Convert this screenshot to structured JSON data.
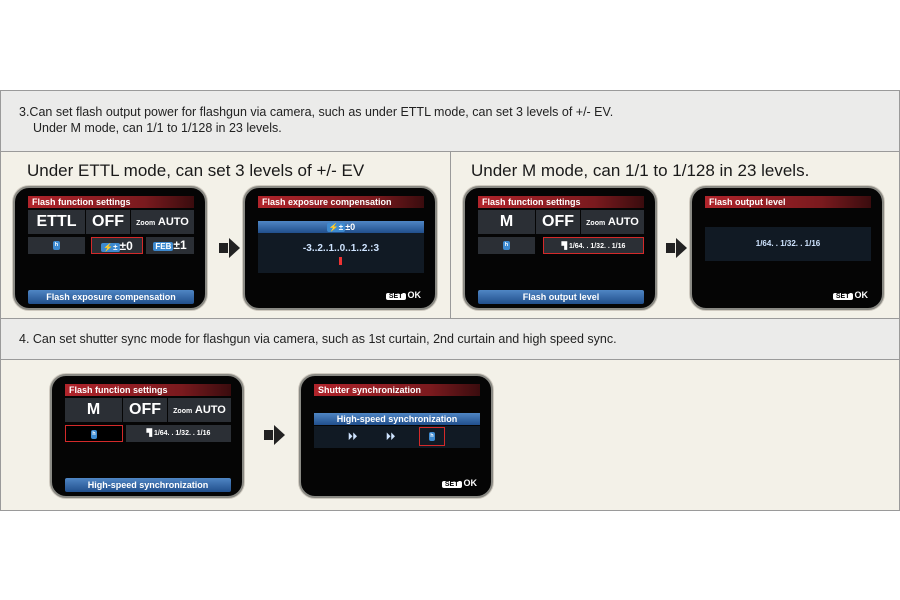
{
  "section3": {
    "text_line1": "3.Can set flash output power for flashgun via camera, such as under ETTL mode, can set 3 levels of +/- EV.",
    "text_line2": "Under M mode, can 1/1 to 1/128 in 23 levels.",
    "left_title": "Under ETTL mode, can set 3 levels of +/- EV",
    "right_title": "Under M mode, can 1/1 to 1/128 in 23 levels."
  },
  "section4": {
    "text": "4. Can set shutter sync mode for flashgun via camera, such as 1st curtain, 2nd curtain and high speed sync."
  },
  "screens": {
    "ettl_menu": {
      "title": "Flash function settings",
      "mode": "ETTL",
      "wireless": "OFF",
      "zoom_label": "Zoom",
      "zoom_value": "AUTO",
      "sync_icon": "ʰ",
      "fec": "±0",
      "fec_icon": "⚡±",
      "feb_icon": "FEB",
      "feb": "±1",
      "bottom": "Flash exposure compensation"
    },
    "ettl_fec": {
      "title": "Flash exposure compensation",
      "value": "±0",
      "scale": "-3..2..1..0..1..2.:3",
      "set": "SET",
      "ok": "OK"
    },
    "m_menu": {
      "title": "Flash function settings",
      "mode": "M",
      "wireless": "OFF",
      "zoom_label": "Zoom",
      "zoom_value": "AUTO",
      "sync_icon": "ʰ",
      "level": "1/64. . 1/32. . 1/16",
      "bottom": "Flash output level"
    },
    "m_level": {
      "title": "Flash output level",
      "level": "1/64. . 1/32. . 1/16",
      "set": "SET",
      "ok": "OK"
    },
    "sync_menu": {
      "title": "Flash function settings",
      "mode": "M",
      "wireless": "OFF",
      "zoom_label": "Zoom",
      "zoom_value": "AUTO",
      "sync_icon": "ʰ",
      "level": "1/64. . 1/32. . 1/16",
      "bottom": "High-speed synchronization"
    },
    "sync_select": {
      "title": "Shutter synchronization",
      "selected": "High-speed synchronization",
      "opt1": "⏵⏵",
      "opt2": "⏵⏵",
      "opt3": "ʰ",
      "set": "SET",
      "ok": "OK"
    }
  }
}
